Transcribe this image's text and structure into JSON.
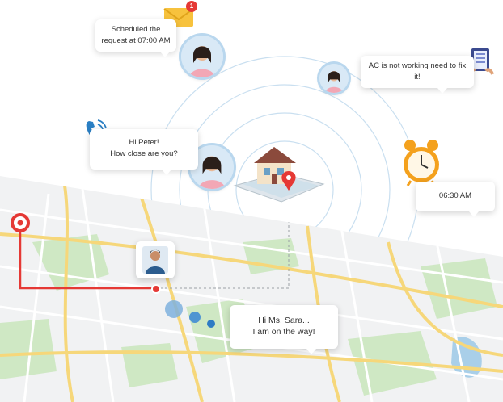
{
  "messages": {
    "scheduled": {
      "line1": "Scheduled the",
      "line2": "request at 07:00 AM"
    },
    "ac": {
      "line1": "AC is not working need to fix",
      "line2": "it!"
    },
    "hi_peter": {
      "line1": "Hi Peter!",
      "line2": "How close are you?"
    },
    "time": {
      "text": "06:30 AM"
    },
    "on_way": {
      "line1": "Hi Ms. Sara...",
      "line2": "I am on the way!"
    }
  },
  "notification": {
    "badge_count": "1"
  },
  "icons": {
    "mail": "envelope-icon",
    "phone": "phone-ringing-icon",
    "alarm": "alarm-clock-icon",
    "tablet": "tablet-checklist-icon",
    "house": "house-location-icon",
    "pin": "map-pin-icon"
  },
  "colors": {
    "route_red": "#e53935",
    "ring_blue": "#b9d7ee",
    "map_park": "#cfe8c4",
    "map_road": "#f6d77a",
    "map_bg": "#f1f2f3",
    "dot_blue": "#2e7bc4"
  }
}
